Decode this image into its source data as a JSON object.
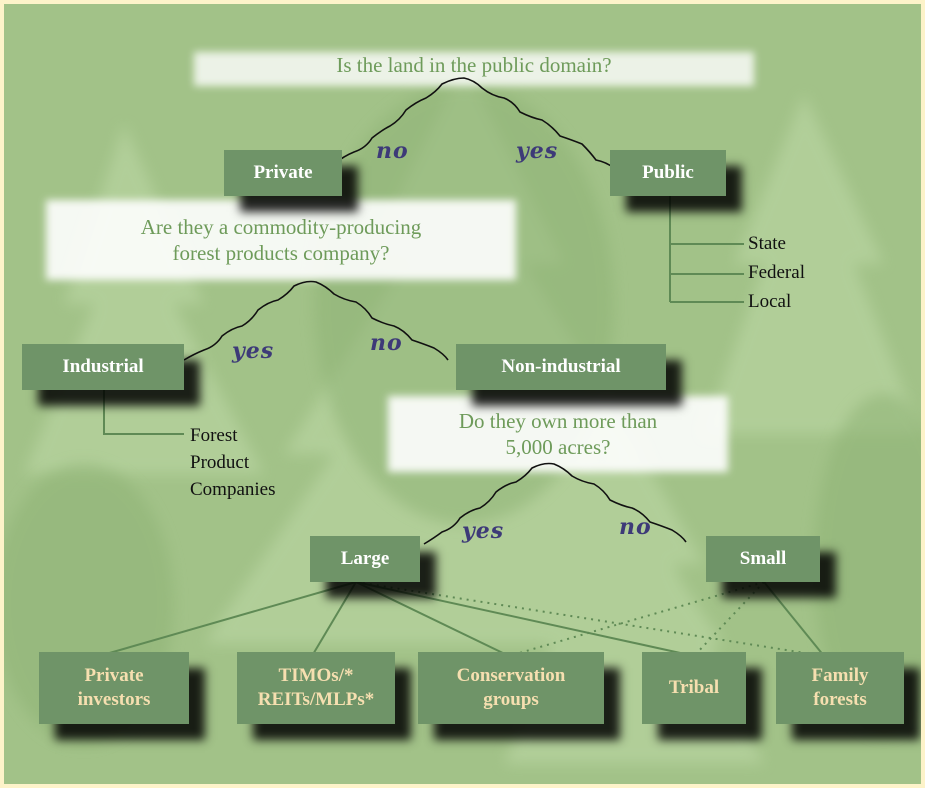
{
  "questions": {
    "q1": "Is the land in the public domain?",
    "q2_line1": "Are they a commodity-producing",
    "q2_line2": "forest products company?",
    "q3_line1": "Do they own more than",
    "q3_line2": "5,000 acres?"
  },
  "nodes": {
    "private": "Private",
    "public": "Public",
    "industrial": "Industrial",
    "non_industrial": "Non-industrial",
    "large": "Large",
    "small": "Small"
  },
  "leaves": {
    "private_investors_1": "Private",
    "private_investors_2": "investors",
    "timos_1": "TIMOs/*",
    "timos_2": "REITs/MLPs*",
    "conservation_1": "Conservation",
    "conservation_2": "groups",
    "tribal": "Tribal",
    "family_1": "Family",
    "family_2": "forests"
  },
  "public_types": [
    "State",
    "Federal",
    "Local"
  ],
  "industrial_types": [
    "Forest",
    "Product",
    "Companies"
  ],
  "edge_labels": {
    "q1_no": "no",
    "q1_yes": "yes",
    "q2_yes": "yes",
    "q2_no": "no",
    "q3_yes": "yes",
    "q3_no": "no"
  },
  "colors": {
    "background": "#9fc085",
    "node_fill": "#6f9468",
    "leaf_text": "#f6dfb0",
    "question_text": "#6e9b5a",
    "edge_label": "#3d3a78",
    "frame": "#fdf3c9"
  }
}
